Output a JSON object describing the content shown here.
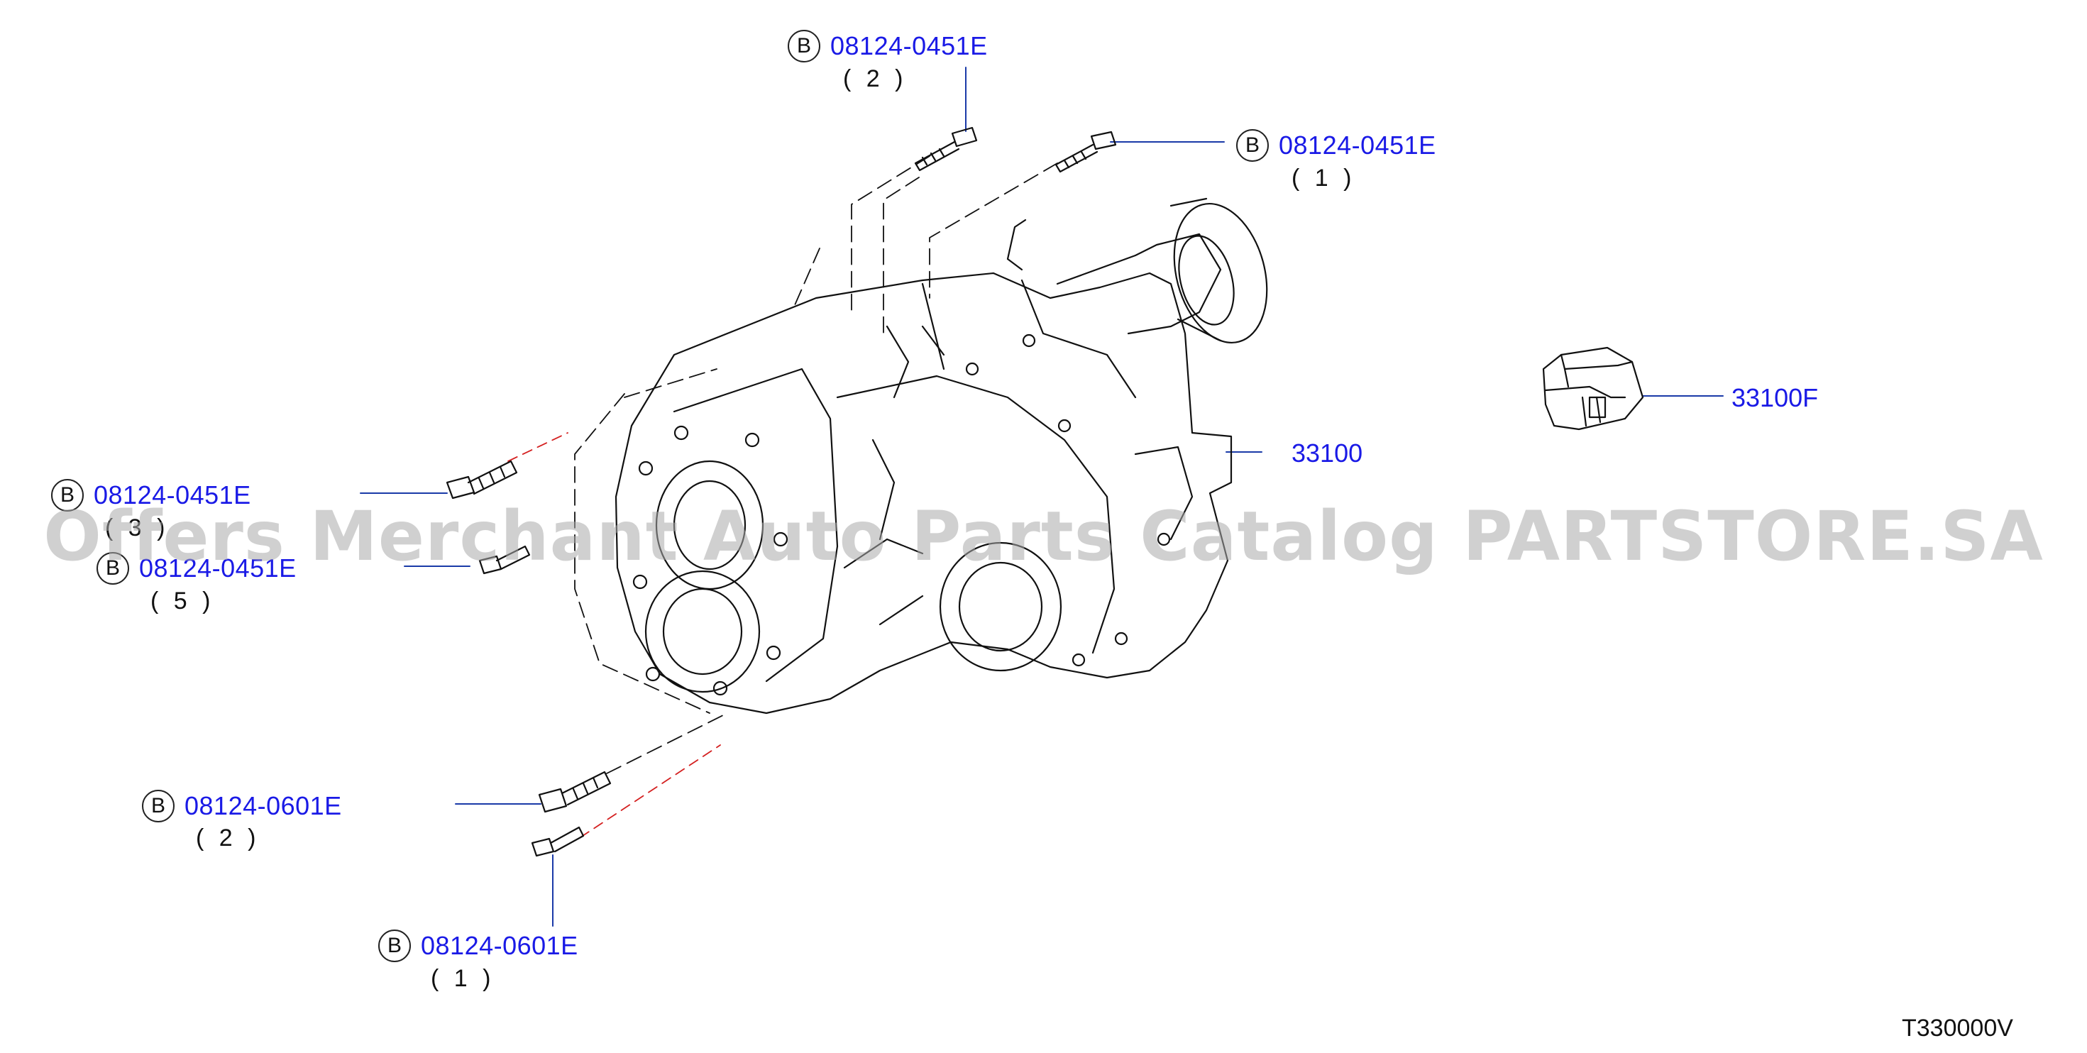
{
  "callouts": [
    {
      "id": "c1",
      "mark": "B",
      "part": "08124-0451E",
      "qty": "( 2 )"
    },
    {
      "id": "c2",
      "mark": "B",
      "part": "08124-0451E",
      "qty": "( 1 )"
    },
    {
      "id": "c3",
      "mark": "B",
      "part": "08124-0451E",
      "qty": "( 3 )"
    },
    {
      "id": "c4",
      "mark": "B",
      "part": "08124-0451E",
      "qty": "( 5 )"
    },
    {
      "id": "c5",
      "mark": "B",
      "part": "08124-0601E",
      "qty": "( 2 )"
    },
    {
      "id": "c6",
      "mark": "B",
      "part": "08124-0601E",
      "qty": "( 1 )"
    }
  ],
  "parts": {
    "transfer_assembly": "33100",
    "connector": "33100F"
  },
  "diagram_ref": "T330000V",
  "watermark": "Offers Merchant Auto Parts Catalog PARTSTORE.SA"
}
